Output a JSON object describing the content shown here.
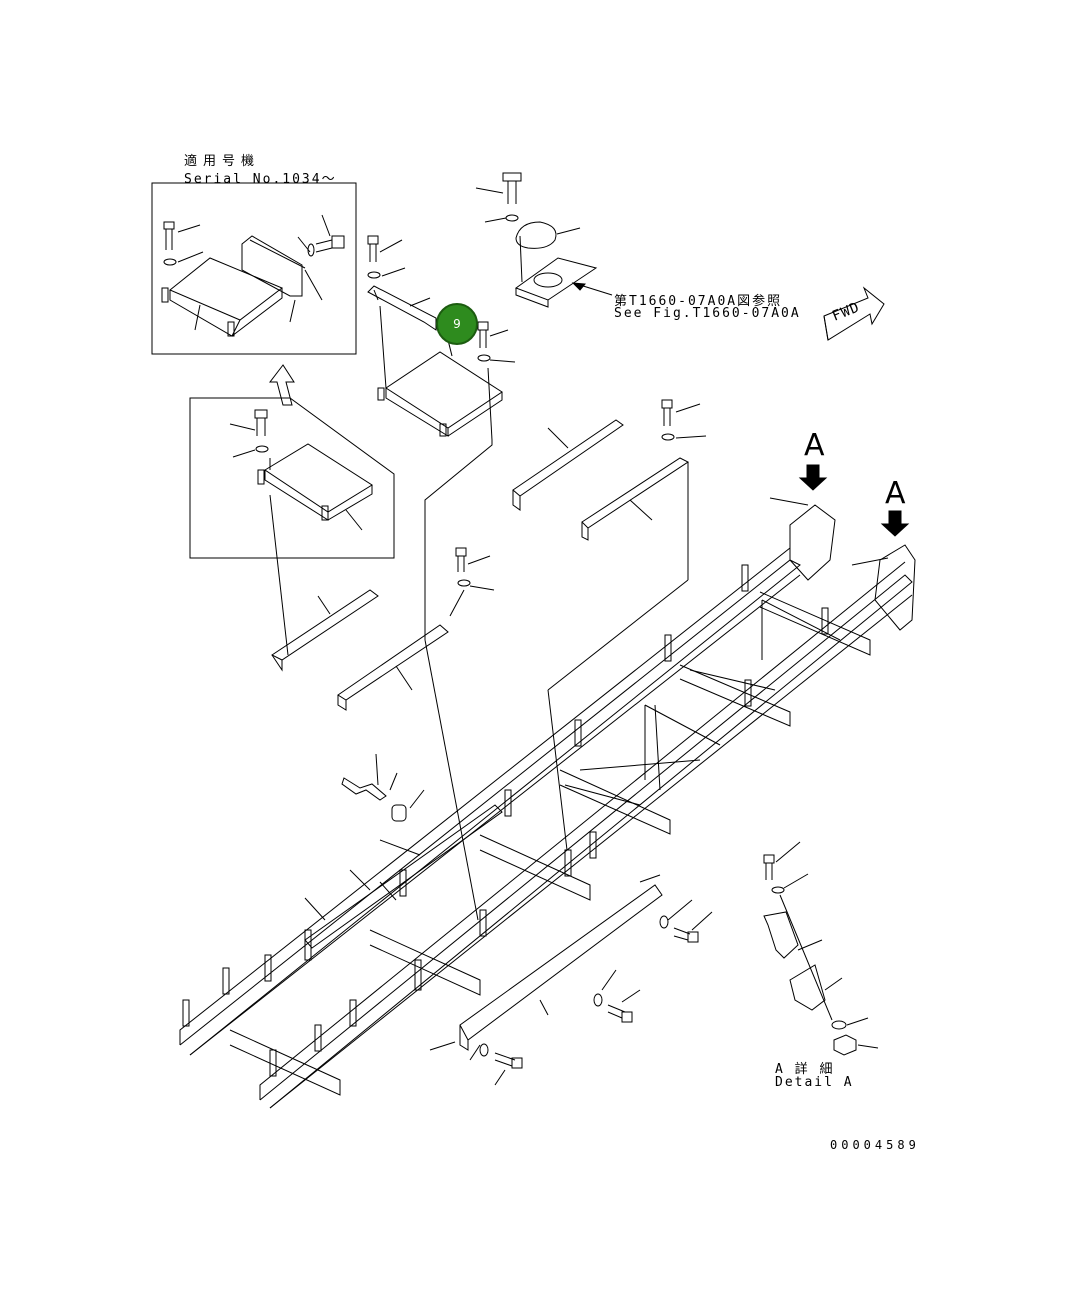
{
  "header": {
    "applicable_jp": "適用号機",
    "serial": "Serial No.1034～"
  },
  "reference": {
    "jp": "第T1660-07A0A図参照",
    "en": "See Fig.T1660-07A0A"
  },
  "fwd_label": "FWD",
  "view_markers": [
    "A",
    "A"
  ],
  "detail": {
    "jp": "A 詳 細",
    "en": "Detail A"
  },
  "callout": {
    "number": "9",
    "color": "#2e8b1e"
  },
  "drawing_number": "00004589"
}
